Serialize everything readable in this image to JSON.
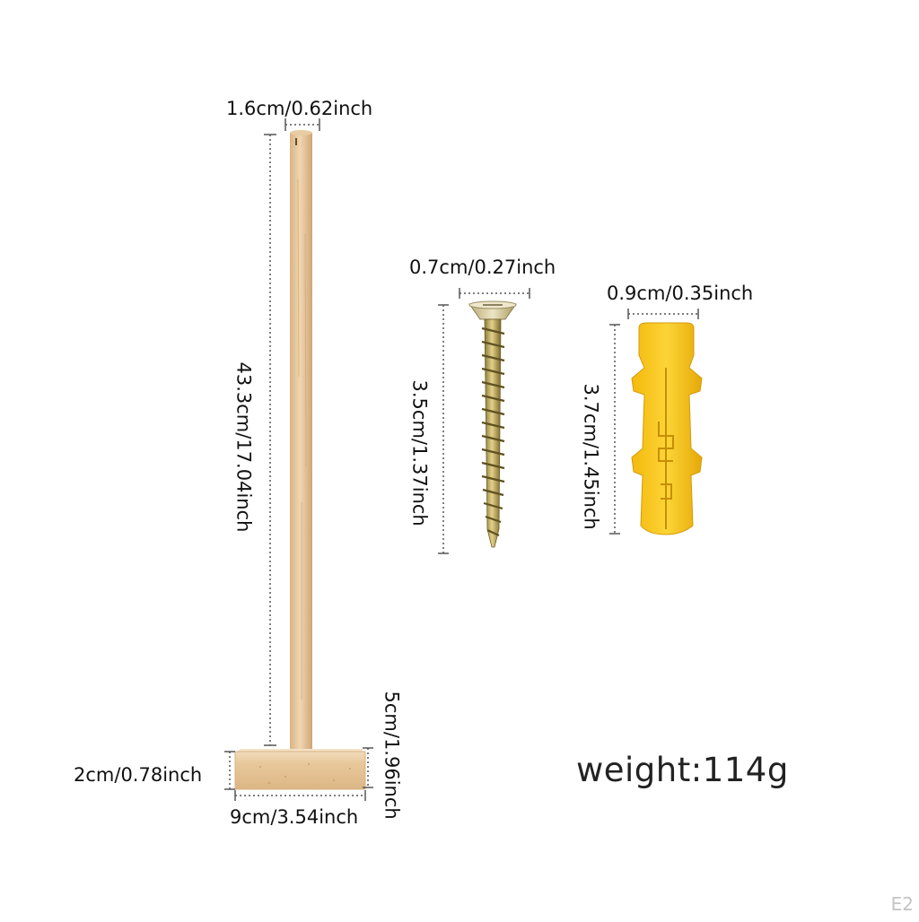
{
  "stand": {
    "diameter_label": "1.6cm/0.62inch",
    "height_label": "43.3cm/17.04inch",
    "base_depth_label": "5cm/1.96inch",
    "base_height_label": "2cm/0.78inch",
    "base_width_label": "9cm/3.54inch"
  },
  "screw": {
    "width_label": "0.7cm/0.27inch",
    "length_label": "3.5cm/1.37inch"
  },
  "anchor": {
    "width_label": "0.9cm/0.35inch",
    "length_label": "3.7cm/1.45inch"
  },
  "weight_label": "weight:114g",
  "corner_mark": "E2",
  "colors": {
    "wood_light": "#f0d7b3",
    "wood": "#e3bf90",
    "wood_dark": "#c9a070",
    "screw_gold": "#c9b35c",
    "screw_dark": "#7c6a2a",
    "anchor_yellow": "#f6c414",
    "anchor_dark": "#d49b08",
    "dim_line": "#555555"
  }
}
